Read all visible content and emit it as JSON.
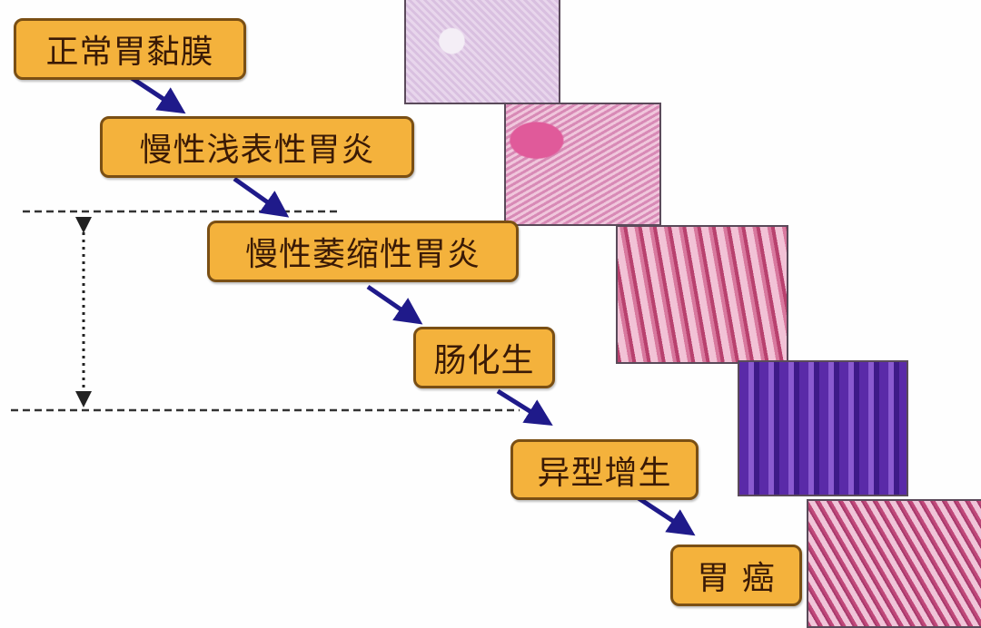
{
  "stages": [
    {
      "label": "正常胃黏膜"
    },
    {
      "label": "慢性浅表性胃炎"
    },
    {
      "label": "慢性萎缩性胃炎"
    },
    {
      "label": "肠化生"
    },
    {
      "label": "异型增生"
    },
    {
      "label": "胃 癌"
    }
  ],
  "colors": {
    "box_fill": "#f4b23c",
    "box_border": "#7a4f14",
    "arrow": "#1f1a8a",
    "dashed_line": "#333333"
  }
}
